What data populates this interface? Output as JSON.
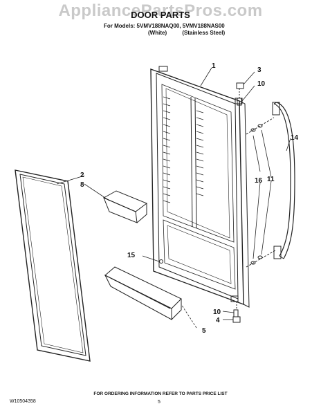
{
  "watermark": "AppliancePartsPros.com",
  "header": {
    "title": "DOOR PARTS",
    "models_line": "For Models: 5VMV188NAQ00, 5VMV188NAS00",
    "variant_white": "(White)",
    "variant_stainless": "(Stainless Steel)"
  },
  "callouts": [
    "1",
    "2",
    "3",
    "4",
    "5",
    "8",
    "10",
    "10",
    "11",
    "14",
    "15",
    "16"
  ],
  "footer": {
    "note": "FOR ORDERING INFORMATION REFER TO PARTS PRICE LIST",
    "doc_id": "W10504358",
    "page": "5"
  }
}
